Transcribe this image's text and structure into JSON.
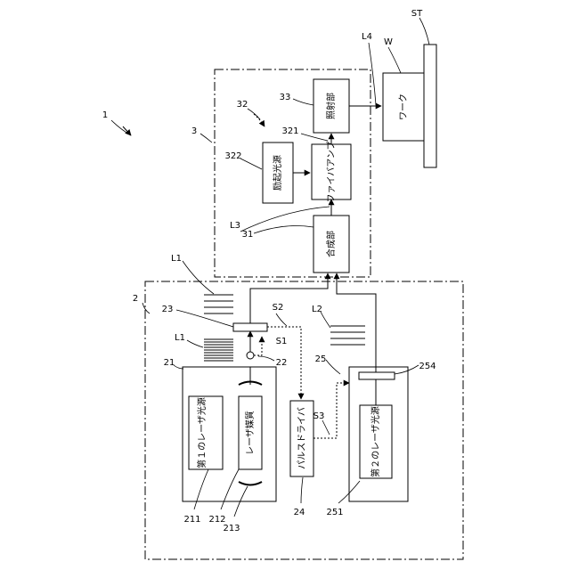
{
  "labels": {
    "system": "1",
    "source_unit": "2",
    "amp_unit": "3",
    "fiber_amp_group": "32",
    "work_label": "W",
    "stage_label": "ST",
    "L1_top": "L1",
    "L1_bottom": "L1",
    "L2": "L2",
    "L3": "L3",
    "L4": "L4",
    "S1": "S1",
    "S2": "S2",
    "S3": "S3",
    "n21": "21",
    "n22": "22",
    "n23": "23",
    "n24": "24",
    "n25": "25",
    "n31": "31",
    "n33": "33",
    "n211": "211",
    "n212": "212",
    "n213": "213",
    "n251": "251",
    "n254": "254",
    "n321": "321",
    "n322": "322"
  },
  "blocks": {
    "laser1": "第１のレーザ光源",
    "medium": "レーザ媒質",
    "pulse_driver": "パルスドライバ",
    "laser2": "第２のレーザ光源",
    "combiner": "合成部",
    "fiber_amp": "ファイバアンプ",
    "pump": "励起光源",
    "emitter": "照射部",
    "work": "ワーク"
  }
}
